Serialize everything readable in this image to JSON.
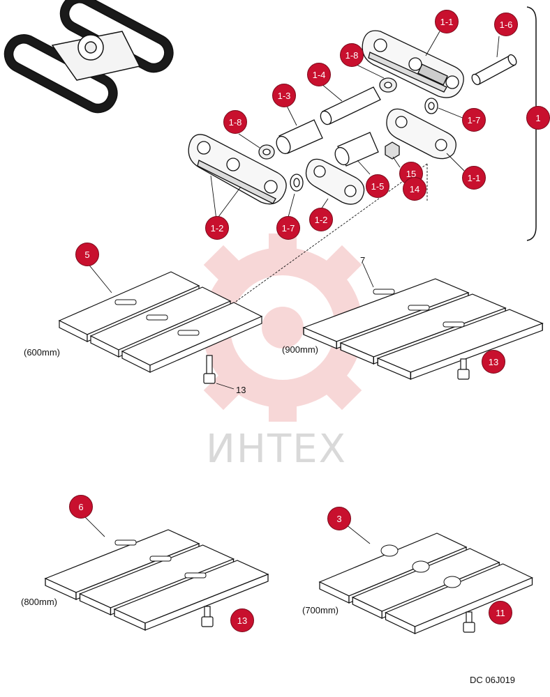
{
  "callouts": {
    "c1_1_top": "1-1",
    "c1_6": "1-6",
    "c1_8_top": "1-8",
    "c1_4": "1-4",
    "c1_3": "1-3",
    "c1_8_left": "1-8",
    "c1_7_right": "1-7",
    "c1": "1",
    "c15": "15",
    "c14": "14",
    "c1_5": "1-5",
    "c1_1_bottom": "1-1",
    "c1_2_left": "1-2",
    "c1_7_left": "1-7",
    "c1_2_mid": "1-2",
    "c5": "5",
    "c13_right": "13",
    "c6": "6",
    "c3": "3",
    "c13_bottom": "13",
    "c11": "11"
  },
  "labels": {
    "l7": "7",
    "l13": "13",
    "w600": "(600mm)",
    "w900": "(900mm)",
    "w800": "(800mm)",
    "w700": "(700mm)",
    "code": "DC 06J019"
  },
  "watermark": "ИНТЕХ",
  "colors": {
    "callout": "#c8102e",
    "watermark": "#f2c4c4"
  }
}
